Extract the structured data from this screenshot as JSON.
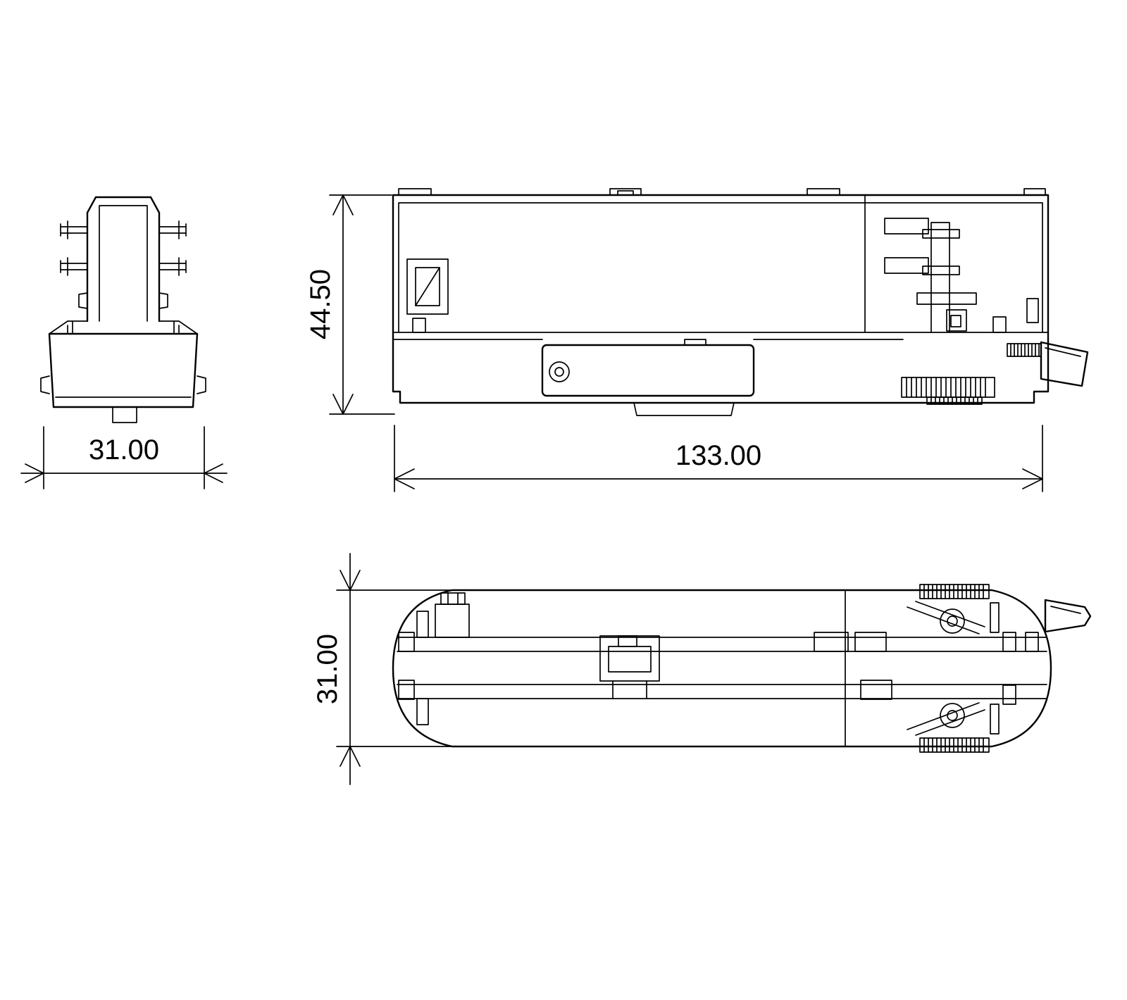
{
  "drawing": {
    "background": "#ffffff",
    "line_color": "#000000",
    "dimensions": {
      "front_width": "31.00",
      "side_height": "44.50",
      "side_length": "133.00",
      "top_width": "31.00"
    }
  }
}
